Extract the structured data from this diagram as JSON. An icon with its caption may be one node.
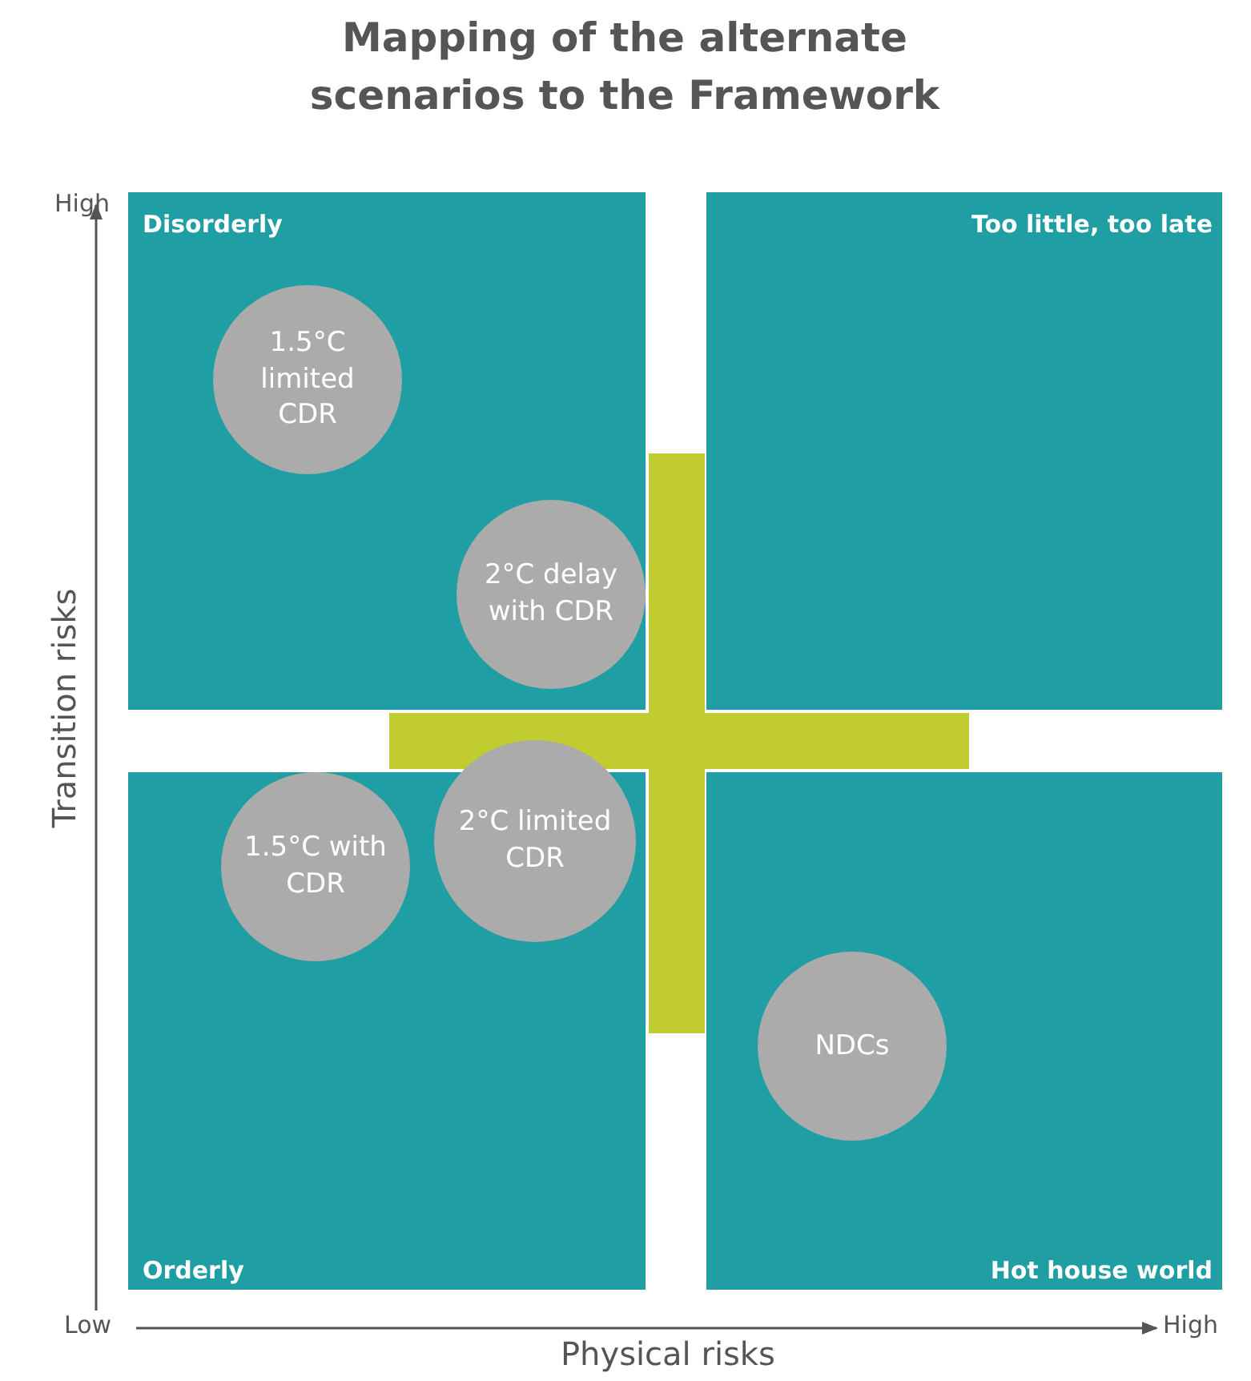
{
  "diagram": {
    "title": "Mapping of the alternate scenarios to the Framework",
    "nodes": [
      {
        "text": [
          "Disorderly"
        ]
      },
      {
        "text": [
          "1.5°C limited CDR"
        ],
        "in": 0
      },
      {
        "text": [
          "2°C delay with CDR"
        ],
        "in": 0
      },
      {
        "text": [
          "Too little, too late"
        ]
      },
      {
        "text": [
          "Orderly"
        ]
      },
      {
        "text": [
          "1.5°C with CDR"
        ],
        "in": 4
      },
      {
        "text": [
          "2°C limited CDR"
        ]
      },
      {
        "text": [
          "Hot house world"
        ]
      },
      {
        "text": [
          "NDCs"
        ],
        "in": 7
      }
    ],
    "edges": [],
    "labels": [
      "High",
      "Transition risks",
      "Low",
      "Physical risks",
      "High"
    ]
  }
}
